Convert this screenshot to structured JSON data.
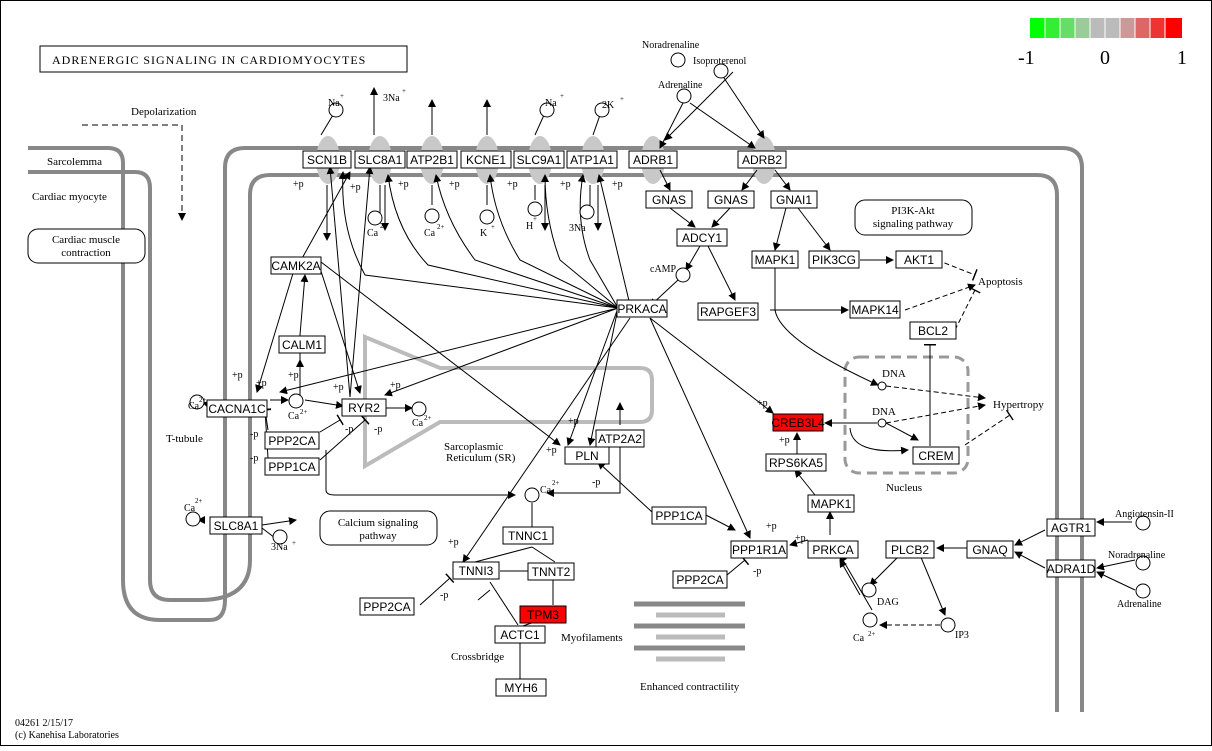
{
  "title": "ADRENERGIC SIGNALING IN CARDIOMYOCYTES",
  "legend": {
    "min": "-1",
    "mid": "0",
    "max": "1",
    "colors": [
      "#00ff00",
      "#33ee33",
      "#66dd66",
      "#99cc99",
      "#bbbbbb",
      "#bbbbbb",
      "#cc9999",
      "#dd6666",
      "#ee3333",
      "#ff0000"
    ]
  },
  "colors": {
    "up": "#ff0000",
    "membrane": "#888888",
    "channel": "#c8c8c8"
  },
  "regions": {
    "depolarization": "Depolarization",
    "sarcolemma": "Sarcolemma",
    "cardiac_myocyte": "Cardiac myocyte",
    "t_tubule": "T-tubule",
    "sr_line1": "Sarcoplasmic",
    "sr_line2": "Reticulum (SR)",
    "nucleus": "Nucleus",
    "myofilaments": "Myofilaments",
    "crossbridge": "Crossbridge",
    "enhanced": "Enhanced contractility",
    "apoptosis": "Apoptosis",
    "hypertropy": "Hypertropy",
    "dna1": "DNA",
    "dna2": "DNA"
  },
  "pathways": {
    "cardiac_muscle_l1": "Cardiac muscle",
    "cardiac_muscle_l2": "contraction",
    "pi3k_l1": "PI3K-Akt",
    "pi3k_l2": "signaling pathway",
    "calcium_l1": "Calcium signaling",
    "calcium_l2": "pathway"
  },
  "genes": {
    "scn1b": "SCN1B",
    "slc8a1": "SLC8A1",
    "atp2b1": "ATP2B1",
    "kcne1": "KCNE1",
    "slc9a1": "SLC9A1",
    "atp1a1": "ATP1A1",
    "adrb1": "ADRB1",
    "adrb2": "ADRB2",
    "gnas1": "GNAS",
    "gnas2": "GNAS",
    "gnai1": "GNAI1",
    "adcy1": "ADCY1",
    "mapk1a": "MAPK1",
    "pik3cg": "PIK3CG",
    "akt1": "AKT1",
    "mapk14": "MAPK14",
    "rapgef3": "RAPGEF3",
    "bcl2": "BCL2",
    "prkaca": "PRKACA",
    "camk2a": "CAMK2A",
    "calm1": "CALM1",
    "cacna1c": "CACNA1C",
    "ryr2": "RYR2",
    "ppp2ca1": "PPP2CA",
    "ppp1ca1": "PPP1CA",
    "pln": "PLN",
    "atp2a2": "ATP2A2",
    "creb3l4": "CREB3L4",
    "rps6ka5": "RPS6KA5",
    "crem": "CREM",
    "mapk1b": "MAPK1",
    "ppp1ca2": "PPP1CA",
    "ppp1r1a": "PPP1R1A",
    "prkca": "PRKCA",
    "plcb2": "PLCB2",
    "gnaq": "GNAQ",
    "agtr1": "AGTR1",
    "adra1d": "ADRA1D",
    "ppp2ca2": "PPP2CA",
    "slc8a1b": "SLC8A1",
    "tnnc1": "TNNC1",
    "tnni3": "TNNI3",
    "tnnt2": "TNNT2",
    "tpm3": "TPM3",
    "actc1": "ACTC1",
    "myh6": "MYH6",
    "ppp2ca3": "PPP2CA"
  },
  "compounds": {
    "noradrenaline": "Noradrenaline",
    "isoproterenol": "Isoproterenol",
    "adrenaline": "Adrenaline",
    "camp": "cAMP",
    "dag": "DAG",
    "ip3": "IP3",
    "angiotensin": "Angiotensin-II",
    "noradrenaline2": "Noradrenaline",
    "adrenaline2": "Adrenaline",
    "na": "Na",
    "na3": "3Na",
    "k2": "2K",
    "ca": "Ca",
    "k": "K",
    "h": "H",
    "na3b": "3Na"
  },
  "marks": {
    "p": "+p",
    "m": "-p"
  },
  "footer": {
    "id": "04261 2/15/17",
    "copyright": "(c) Kanehisa Laboratories"
  }
}
